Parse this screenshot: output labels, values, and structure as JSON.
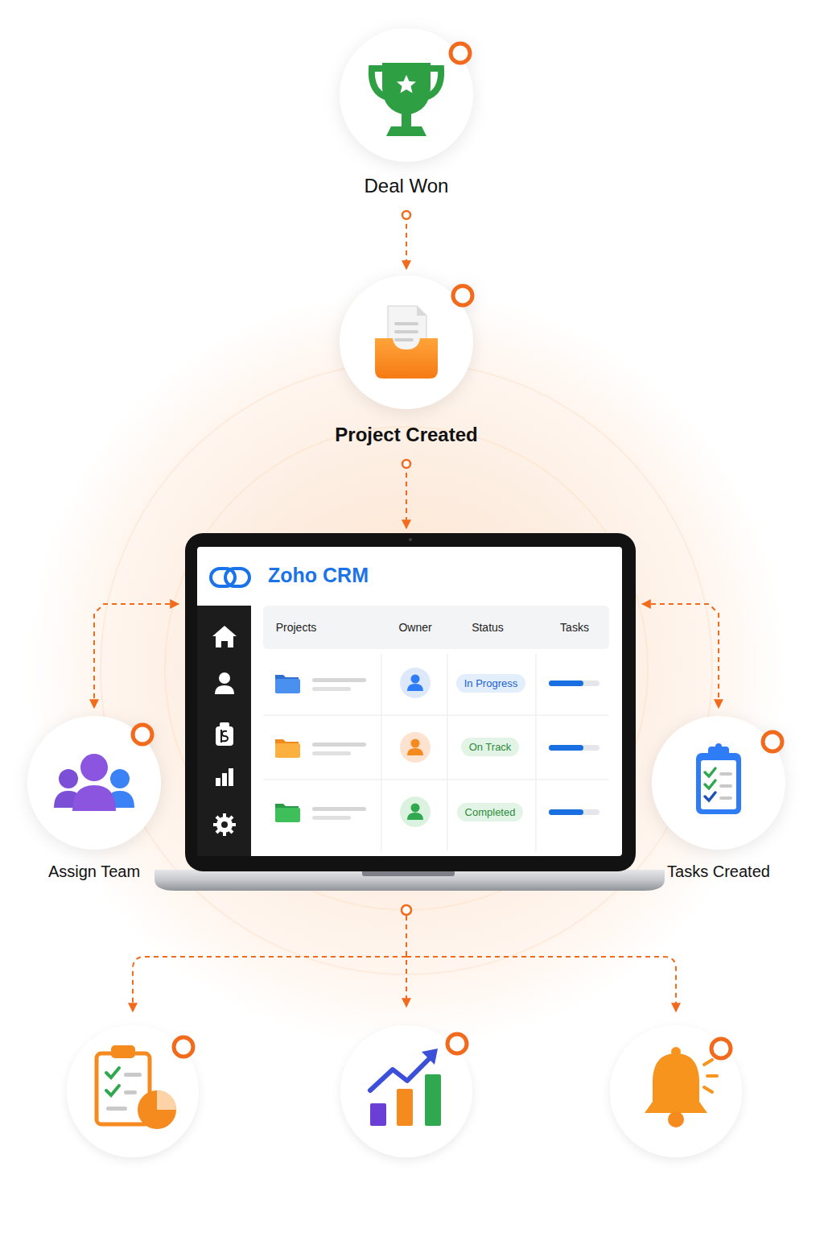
{
  "diagram": {
    "nodes": [
      {
        "text": [
          "Deal Won"
        ]
      },
      {
        "text": [
          "Project Created"
        ]
      },
      {
        "text": [
          "Zoho CRM"
        ]
      },
      {
        "text": [
          "Assign Team"
        ]
      },
      {
        "text": [
          "Tasks Created"
        ]
      }
    ],
    "edges": [
      {
        "from": 0,
        "to": 1,
        "arrow": "to"
      },
      {
        "from": 1,
        "to": 2,
        "arrow": "to"
      },
      {
        "from": 2,
        "to": 3,
        "arrow": "both"
      },
      {
        "from": 2,
        "to": 4,
        "arrow": "both"
      }
    ],
    "labels": [
      "Projects",
      "Owner",
      "Status",
      "Tasks",
      "In Progress",
      "On Track",
      "Completed"
    ]
  }
}
